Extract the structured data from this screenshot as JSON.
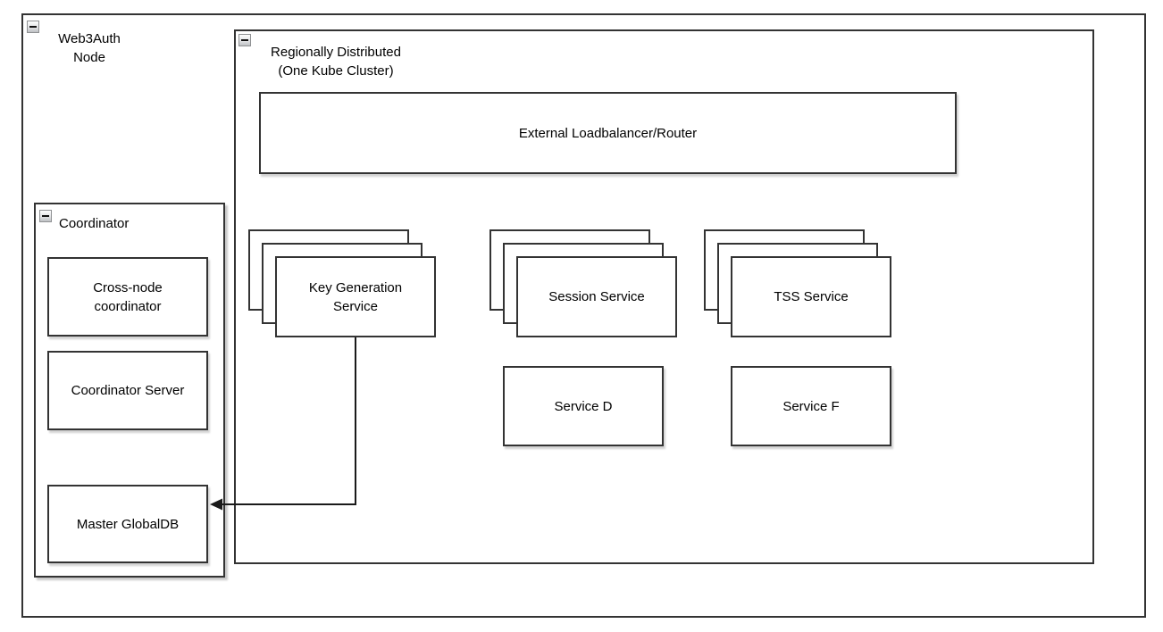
{
  "diagram": {
    "web3auth_node": {
      "title": "Web3Auth\nNode",
      "collapse_icon": "minus"
    },
    "regional_cluster": {
      "title": "Regionally Distributed\n(One Kube Cluster)",
      "collapse_icon": "minus",
      "loadbalancer": {
        "label": "External Loadbalancer/Router"
      },
      "service_stacks": [
        {
          "label": "Key Generation\nService",
          "replicas_shown": 3
        },
        {
          "label": "Session Service",
          "replicas_shown": 3
        },
        {
          "label": "TSS Service",
          "replicas_shown": 3
        }
      ],
      "services": [
        {
          "label": "Service D"
        },
        {
          "label": "Service F"
        }
      ]
    },
    "coordinator": {
      "title": "Coordinator",
      "collapse_icon": "minus",
      "children": [
        {
          "label": "Cross-node\ncoordinator"
        },
        {
          "label": "Coordinator Server"
        },
        {
          "label": "Master GlobalDB"
        }
      ]
    },
    "connector": {
      "from": "Key Generation Service",
      "to": "Master GlobalDB",
      "arrow_direction": "left"
    },
    "colors": {
      "stroke": "#333333",
      "background": "#ffffff",
      "shadow": "#cccccc"
    }
  }
}
